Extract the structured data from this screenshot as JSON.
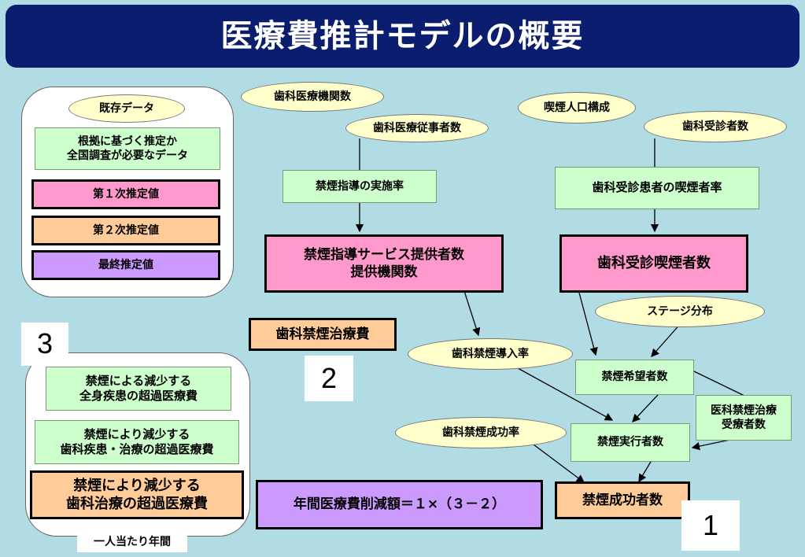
{
  "title": "医療費推計モデルの概要",
  "legend": {
    "existing_data": "既存データ",
    "need_estimate": "根拠に基づく推定か\n全国調査が必要なデータ",
    "first": "第１次推定値",
    "second": "第２次推定値",
    "final": "最終推定値"
  },
  "labels": {
    "dental_inst": "歯科医療機関数",
    "dental_workers": "歯科医療従事者数",
    "smoke_pop": "喫煙人口構成",
    "dental_patients": "歯科受診者数",
    "guidance_rate": "禁煙指導の実施率",
    "patient_smoke_rate": "歯科受診患者の喫煙者率",
    "service_providers": "禁煙指導サービス提供者数\n提供機関数",
    "dental_smokers": "歯科受診喫煙者数",
    "stage": "ステージ分布",
    "dental_cost": "歯科禁煙治療費",
    "intro_rate": "歯科禁煙導入率",
    "hope": "禁煙希望者数",
    "medical_recipients": "医科禁煙治療\n受療者数",
    "success_rate": "歯科禁煙成功率",
    "executors": "禁煙実行者数",
    "successes": "禁煙成功者数",
    "whole_body": "禁煙による減少する\n全身疾患の超過医療費",
    "dental_disease": "禁煙により減少する\n歯科疾患・治療の超過医療費",
    "dental_treatment": "禁煙により減少する\n歯科治療の超過医療費",
    "per_person": "一人当たり年間",
    "annual_reduction": "年間医療費削減額＝１×（３－２）"
  },
  "numbers": {
    "n1": "1",
    "n2": "2",
    "n3": "3"
  }
}
